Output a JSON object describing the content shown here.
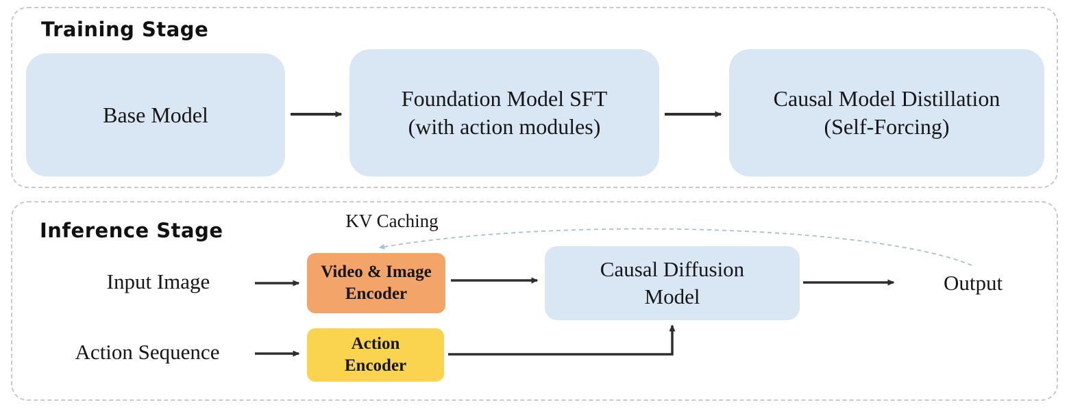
{
  "training": {
    "title": "Training Stage",
    "boxes": [
      {
        "label": "Base Model"
      },
      {
        "label": "Foundation Model SFT\n(with action modules)"
      },
      {
        "label": "Causal Model Distillation\n(Self-Forcing)"
      }
    ]
  },
  "inference": {
    "title": "Inference Stage",
    "kv_caching_label": "KV Caching",
    "input_image_label": "Input Image",
    "action_sequence_label": "Action Sequence",
    "output_label": "Output",
    "video_image_encoder_label": "Video & Image\nEncoder",
    "action_encoder_label": "Action\nEncoder",
    "causal_diffusion_label": "Causal Diffusion\nModel"
  },
  "colors": {
    "box_blue": "#d9e6f4",
    "encoder_orange": "#f2a469",
    "encoder_yellow": "#fad34f",
    "arrow_dark": "#2e2e2e",
    "panel_dash": "#c9c9c9",
    "kv_dash_blue": "#aabdd6"
  }
}
